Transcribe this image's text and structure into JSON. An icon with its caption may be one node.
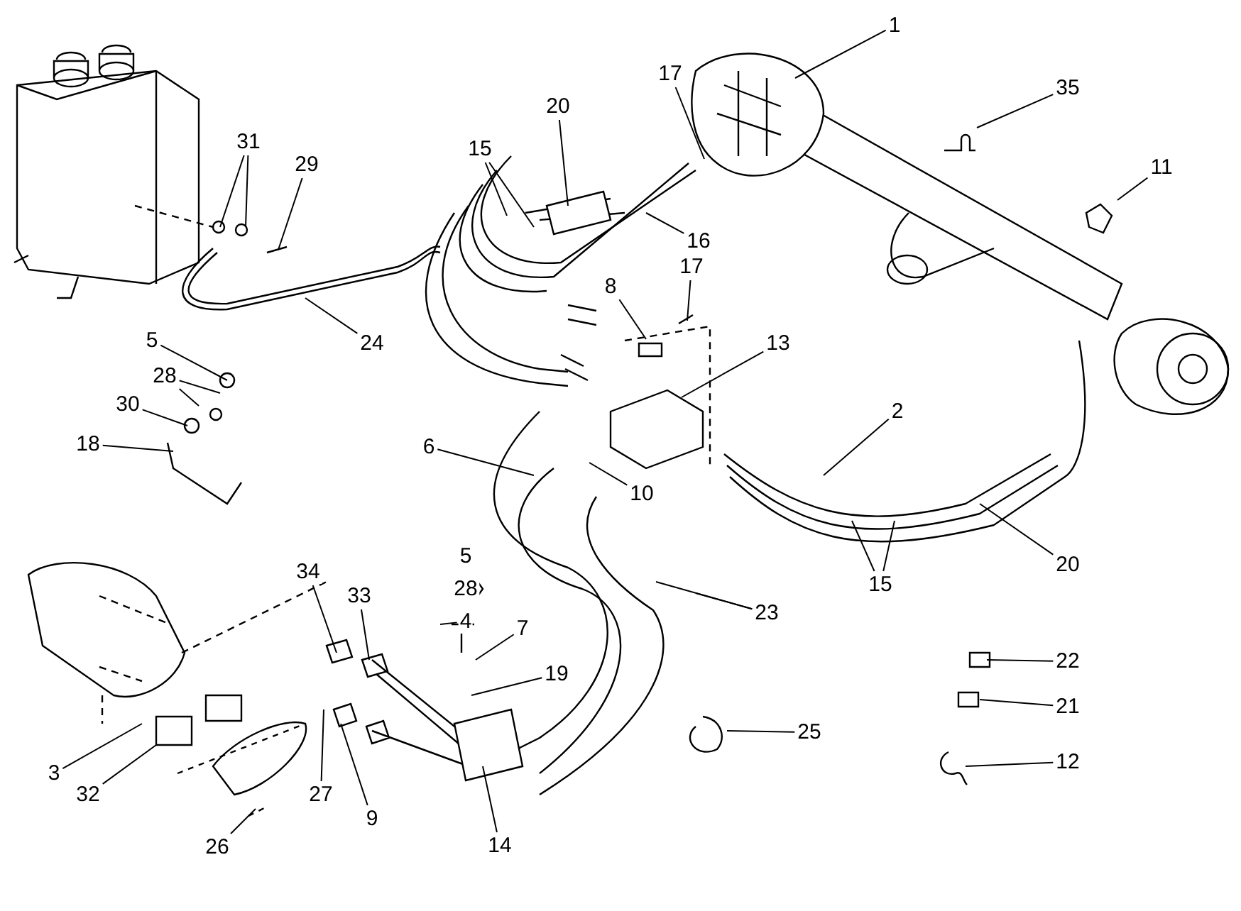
{
  "diagram": {
    "nodes": [
      {
        "text": [
          "1"
        ]
      },
      {
        "text": [
          "35"
        ]
      },
      {
        "text": [
          "17"
        ]
      },
      {
        "text": [
          "20"
        ]
      },
      {
        "text": [
          "31"
        ]
      },
      {
        "text": [
          "15"
        ]
      },
      {
        "text": [
          "29"
        ]
      },
      {
        "text": [
          "11"
        ]
      },
      {
        "text": [
          "16"
        ]
      },
      {
        "text": [
          "17"
        ]
      },
      {
        "text": [
          "8"
        ]
      },
      {
        "text": [
          "5"
        ]
      },
      {
        "text": [
          "24"
        ]
      },
      {
        "text": [
          "13"
        ]
      },
      {
        "text": [
          "28"
        ]
      },
      {
        "text": [
          "30"
        ]
      },
      {
        "text": [
          "2"
        ]
      },
      {
        "text": [
          "18"
        ]
      },
      {
        "text": [
          "6"
        ]
      },
      {
        "text": [
          "10"
        ]
      },
      {
        "text": [
          "5"
        ]
      },
      {
        "text": [
          "20"
        ]
      },
      {
        "text": [
          "34"
        ]
      },
      {
        "text": [
          "15"
        ]
      },
      {
        "text": [
          "28"
        ]
      },
      {
        "text": [
          "33"
        ]
      },
      {
        "text": [
          "23"
        ]
      },
      {
        "text": [
          "4"
        ]
      },
      {
        "text": [
          "7"
        ]
      },
      {
        "text": [
          "22"
        ]
      },
      {
        "text": [
          "19"
        ]
      },
      {
        "text": [
          "21"
        ]
      },
      {
        "text": [
          "25"
        ]
      },
      {
        "text": [
          "3"
        ]
      },
      {
        "text": [
          "12"
        ]
      },
      {
        "text": [
          "32"
        ]
      },
      {
        "text": [
          "27"
        ]
      },
      {
        "text": [
          "9"
        ]
      },
      {
        "text": [
          "14"
        ]
      },
      {
        "text": [
          "26"
        ]
      }
    ],
    "edges": [
      {
        "from": 0,
        "to": null,
        "arrow": "none"
      },
      {
        "from": 1,
        "to": null,
        "arrow": "none"
      },
      {
        "from": 2,
        "to": null,
        "arrow": "none"
      },
      {
        "from": 3,
        "to": null,
        "arrow": "none"
      },
      {
        "from": 4,
        "to": null,
        "arrow": "none"
      },
      {
        "from": 4,
        "to": null,
        "arrow": "none"
      },
      {
        "from": 5,
        "to": null,
        "arrow": "none"
      },
      {
        "from": 5,
        "to": null,
        "arrow": "none"
      },
      {
        "from": 6,
        "to": null,
        "arrow": "none"
      },
      {
        "from": 7,
        "to": null,
        "arrow": "none"
      },
      {
        "from": 8,
        "to": null,
        "arrow": "none"
      },
      {
        "from": 9,
        "to": null,
        "arrow": "none"
      },
      {
        "from": 10,
        "to": null,
        "arrow": "none"
      },
      {
        "from": 11,
        "to": null,
        "arrow": "none"
      },
      {
        "from": 12,
        "to": null,
        "arrow": "none"
      },
      {
        "from": 13,
        "to": null,
        "arrow": "none"
      },
      {
        "from": 14,
        "to": null,
        "arrow": "none"
      },
      {
        "from": 14,
        "to": null,
        "arrow": "none"
      },
      {
        "from": 15,
        "to": null,
        "arrow": "none"
      },
      {
        "from": 16,
        "to": null,
        "arrow": "none"
      },
      {
        "from": 17,
        "to": null,
        "arrow": "none"
      },
      {
        "from": 18,
        "to": null,
        "arrow": "none"
      },
      {
        "from": 19,
        "to": null,
        "arrow": "none"
      },
      {
        "from": 21,
        "to": null,
        "arrow": "none"
      },
      {
        "from": 22,
        "to": null,
        "arrow": "none"
      },
      {
        "from": 23,
        "to": null,
        "arrow": "none"
      },
      {
        "from": 23,
        "to": null,
        "arrow": "none"
      },
      {
        "from": 25,
        "to": null,
        "arrow": "none"
      },
      {
        "from": 26,
        "to": null,
        "arrow": "none"
      },
      {
        "from": 26,
        "to": null,
        "arrow": "none"
      },
      {
        "from": 27,
        "to": null,
        "arrow": "none"
      },
      {
        "from": 28,
        "to": null,
        "arrow": "none"
      },
      {
        "from": 29,
        "to": null,
        "arrow": "none"
      },
      {
        "from": 30,
        "to": null,
        "arrow": "none"
      },
      {
        "from": 31,
        "to": null,
        "arrow": "none"
      },
      {
        "from": 32,
        "to": null,
        "arrow": "none"
      },
      {
        "from": 33,
        "to": null,
        "arrow": "none"
      },
      {
        "from": 34,
        "to": null,
        "arrow": "none"
      },
      {
        "from": 35,
        "to": null,
        "arrow": "none"
      },
      {
        "from": 36,
        "to": null,
        "arrow": "none"
      },
      {
        "from": 37,
        "to": null,
        "arrow": "none"
      },
      {
        "from": 38,
        "to": null,
        "arrow": "none"
      },
      {
        "from": 39,
        "to": null,
        "arrow": "none"
      }
    ]
  }
}
